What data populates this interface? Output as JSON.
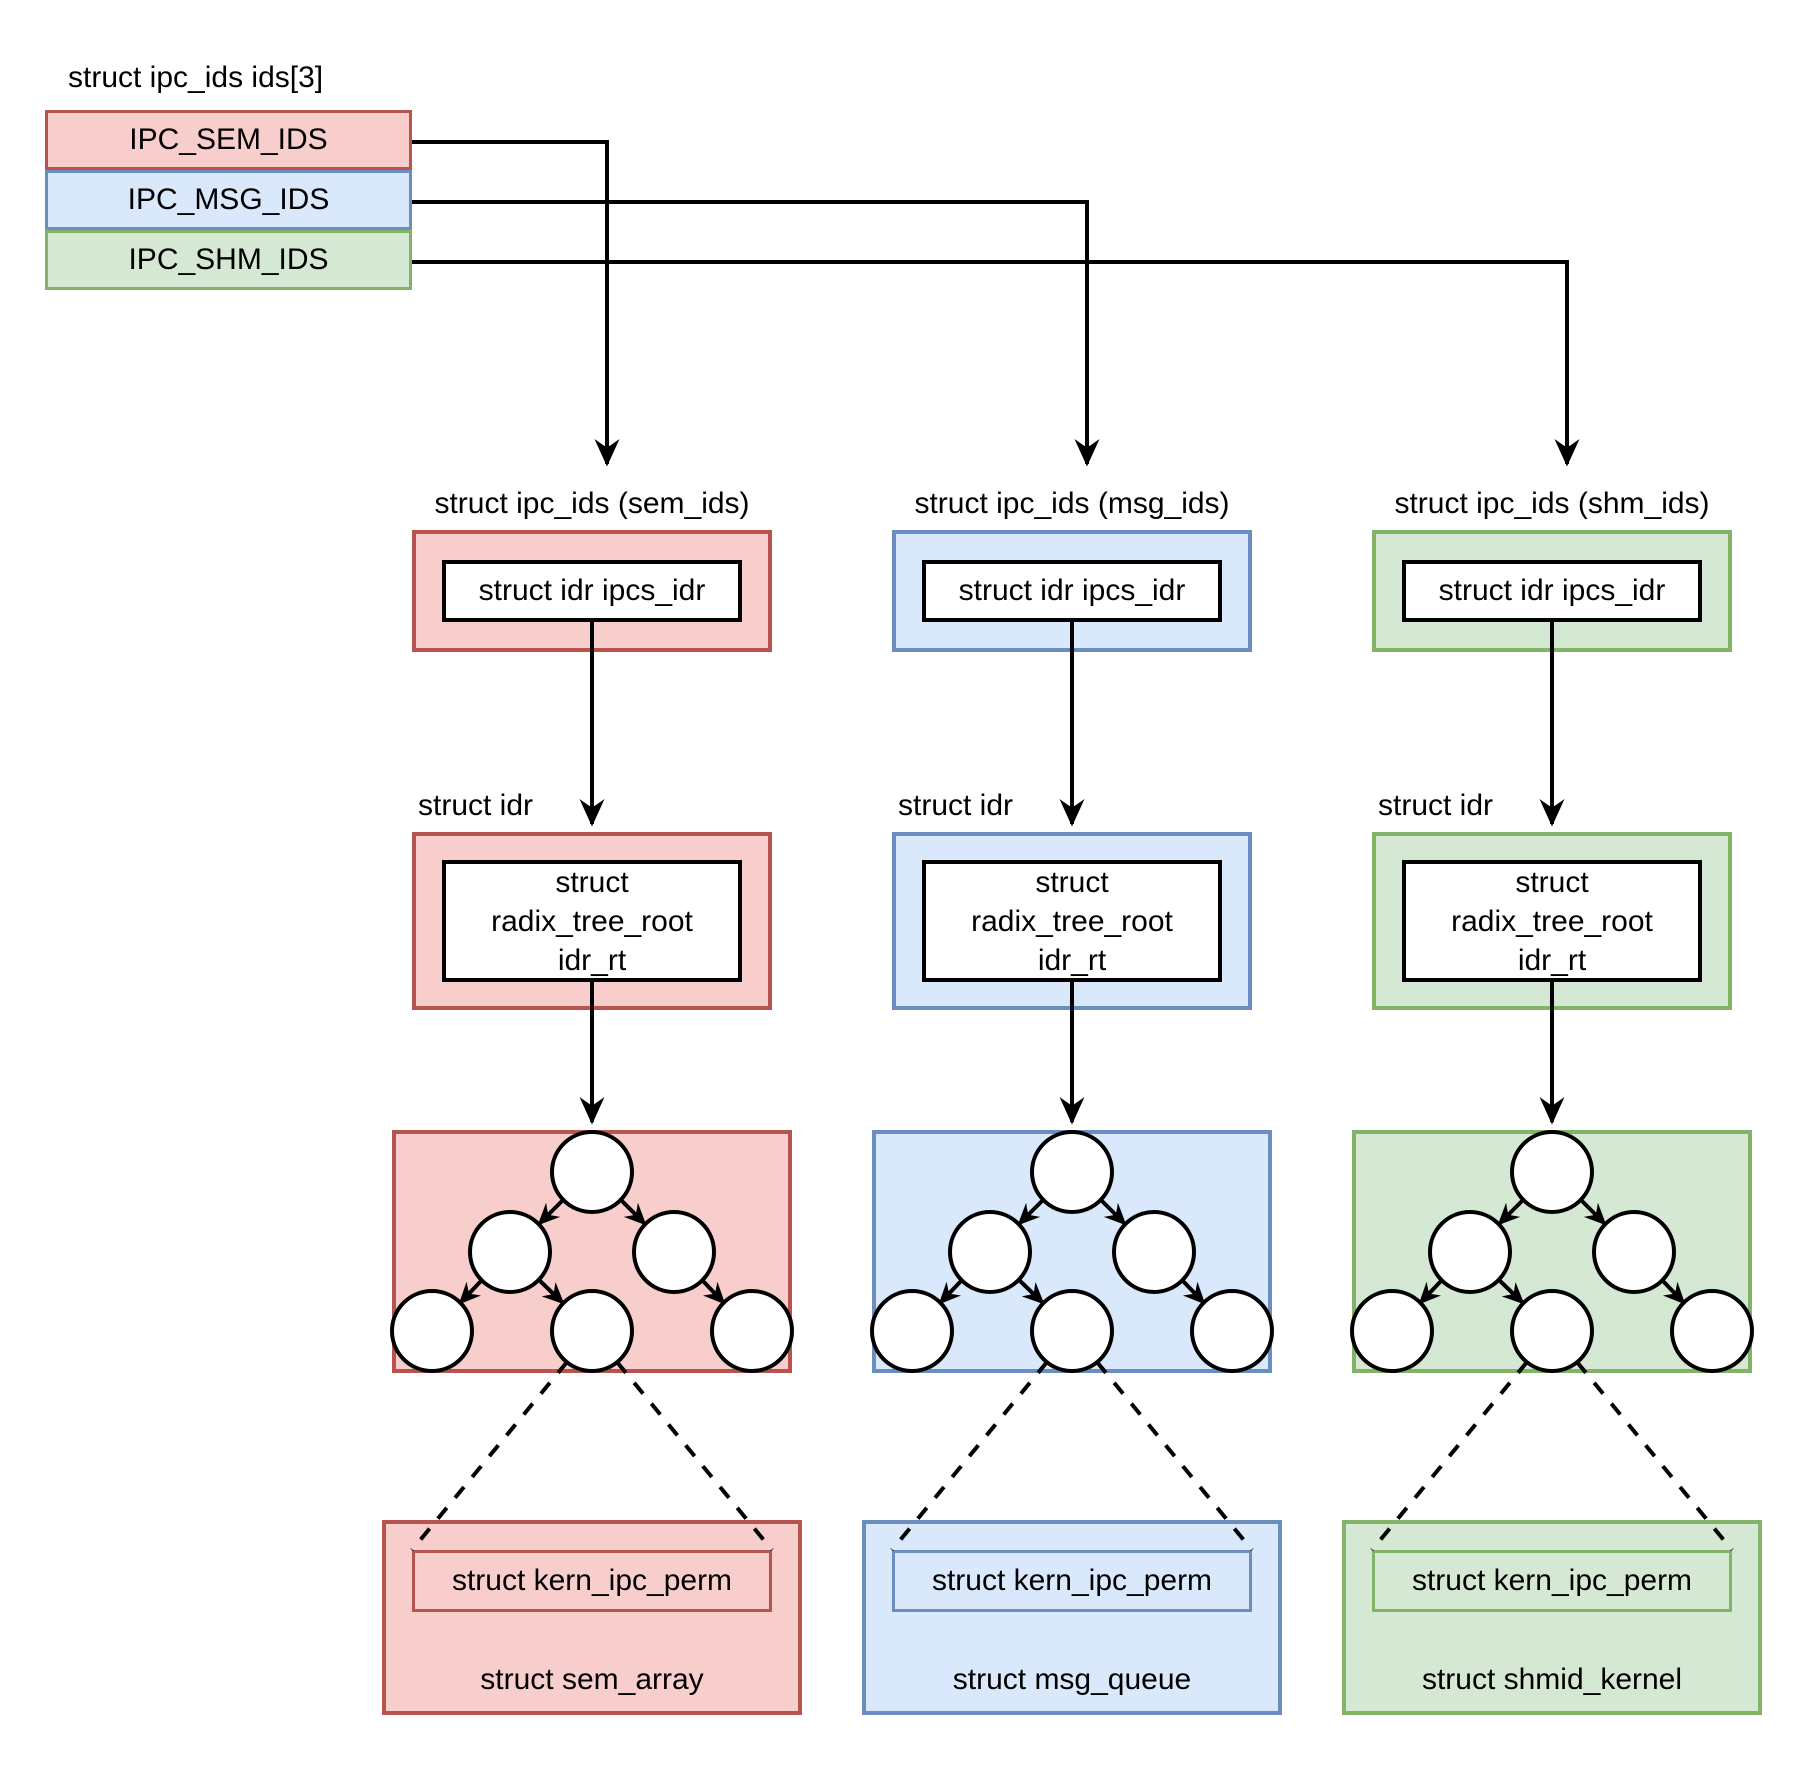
{
  "palette": {
    "red_fill": "#f8cecc",
    "red_stroke": "#b85450",
    "blue_fill": "#dae8fc",
    "blue_stroke": "#6c8ebf",
    "green_fill": "#d5e8d4",
    "green_stroke": "#82b366",
    "line_color": "#000000"
  },
  "ids_array": {
    "label": "struct ipc_ids ids[3]",
    "entries": [
      {
        "label": "IPC_SEM_IDS",
        "color": "red"
      },
      {
        "label": "IPC_MSG_IDS",
        "color": "blue"
      },
      {
        "label": "IPC_SHM_IDS",
        "color": "green"
      }
    ]
  },
  "columns": [
    {
      "color": "red",
      "header": "struct ipc_ids (sem_ids)",
      "ipcs_idr_label": "struct idr ipcs_idr",
      "idr_label": "struct idr",
      "radix_lines": [
        "struct",
        "radix_tree_root",
        "idr_rt"
      ],
      "kern_ipc_perm_label": "struct kern_ipc_perm",
      "container_label": "struct sem_array"
    },
    {
      "color": "blue",
      "header": "struct ipc_ids (msg_ids)",
      "ipcs_idr_label": "struct idr ipcs_idr",
      "idr_label": "struct idr",
      "radix_lines": [
        "struct",
        "radix_tree_root",
        "idr_rt"
      ],
      "kern_ipc_perm_label": "struct kern_ipc_perm",
      "container_label": "struct msg_queue"
    },
    {
      "color": "green",
      "header": "struct ipc_ids (shm_ids)",
      "ipcs_idr_label": "struct idr ipcs_idr",
      "idr_label": "struct idr",
      "radix_lines": [
        "struct",
        "radix_tree_root",
        "idr_rt"
      ],
      "kern_ipc_perm_label": "struct kern_ipc_perm",
      "container_label": "struct shmid_kernel"
    }
  ]
}
